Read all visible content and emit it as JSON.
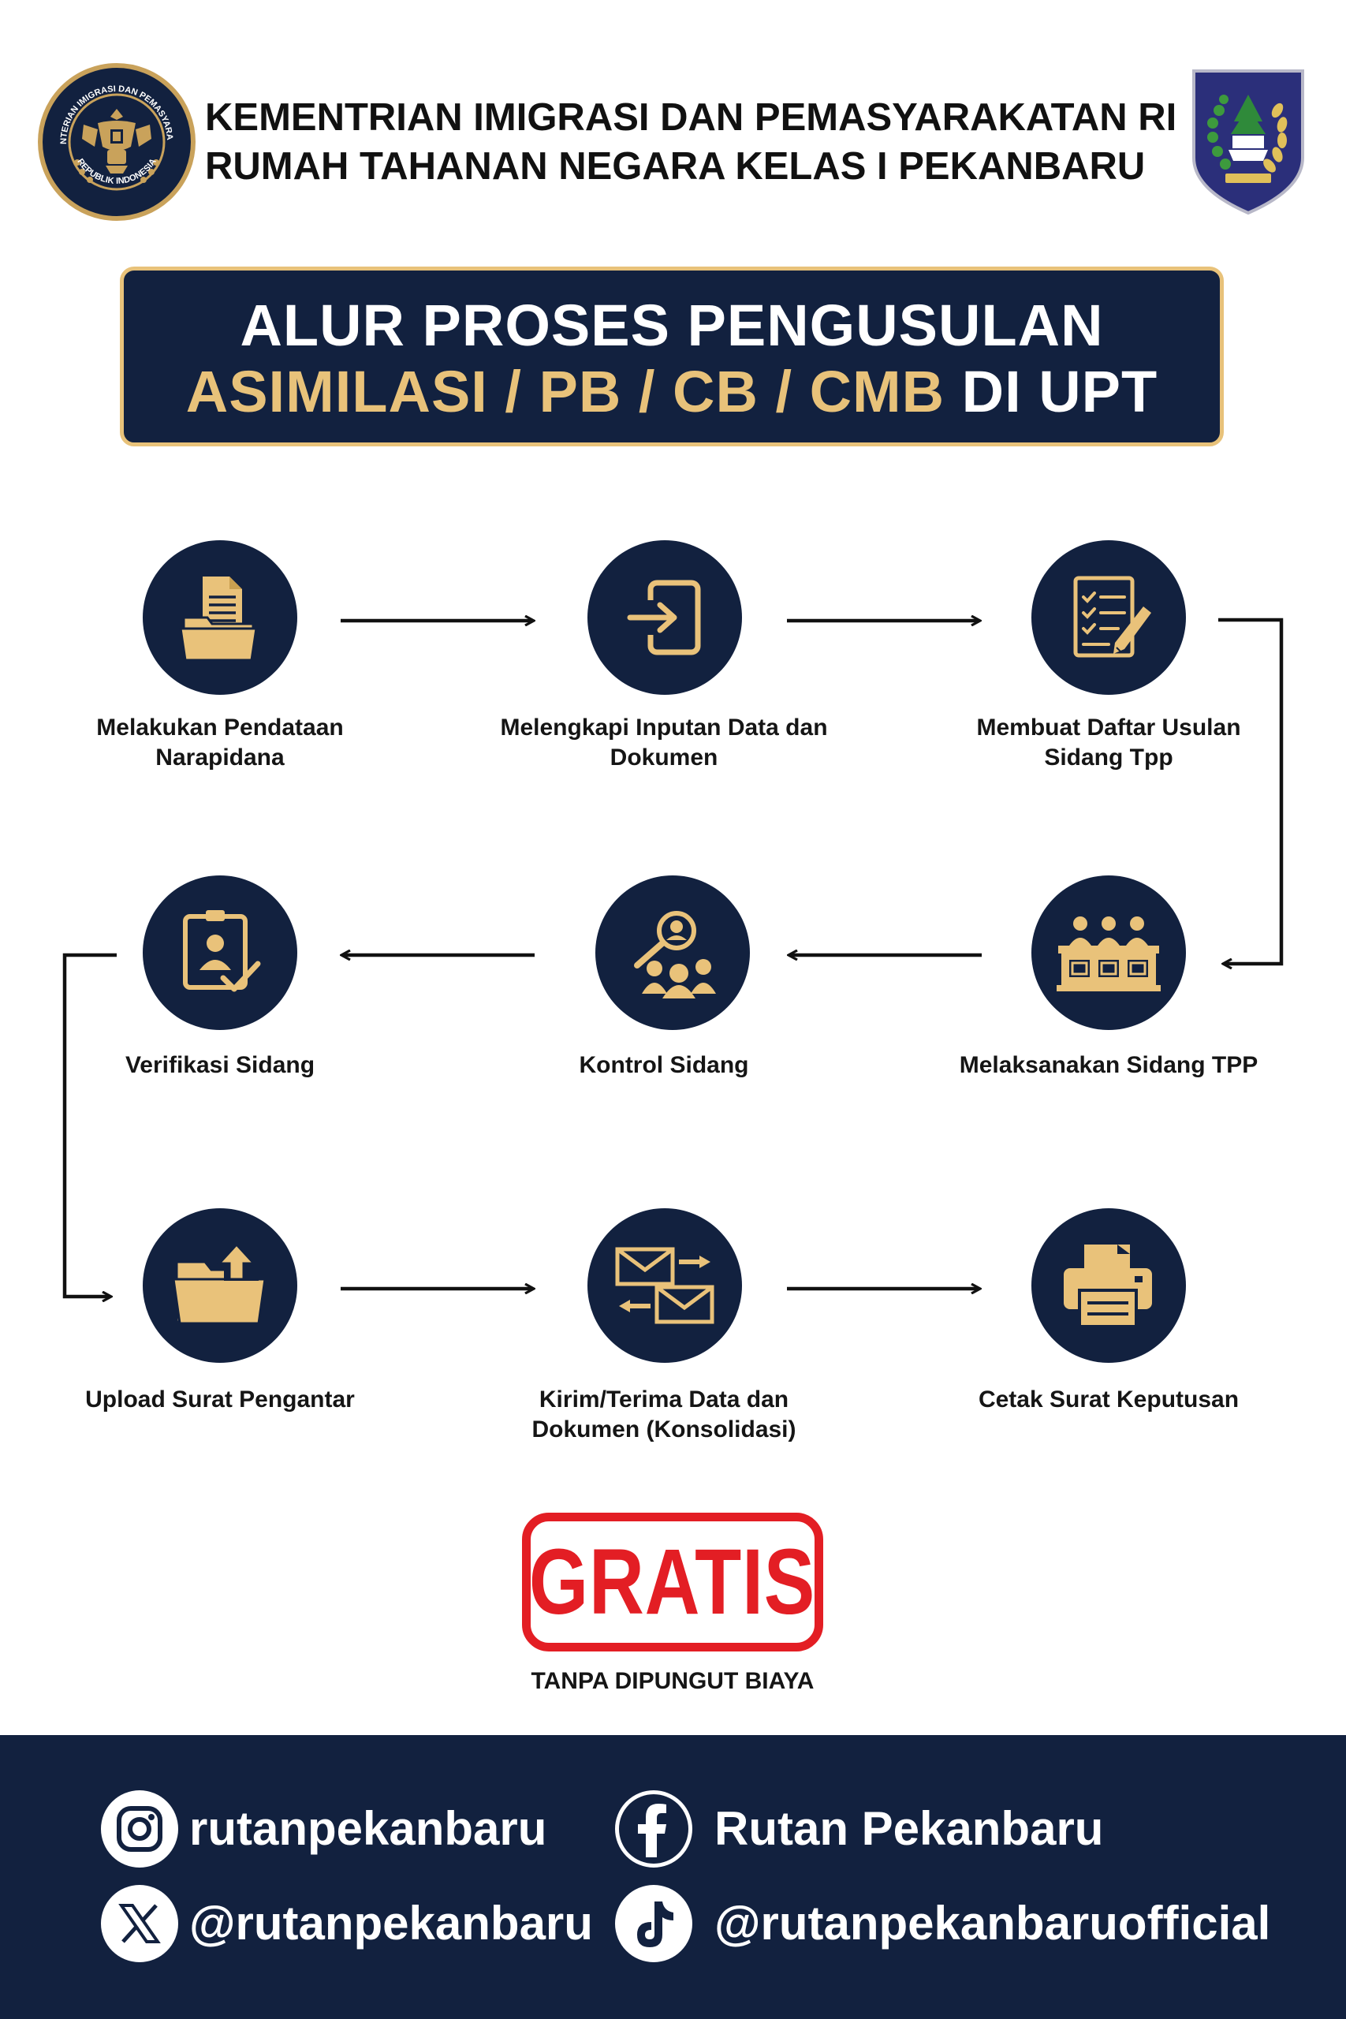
{
  "header": {
    "line1": "KEMENTRIAN IMIGRASI DAN PEMASYARAKATAN RI",
    "line2": "RUMAH TAHANAN NEGARA KELAS I PEKANBARU",
    "logo_left_text_top": "KEMENTERIAN IMIGRASI DAN PEMASYARAKATAN",
    "logo_left_text_bottom": "REPUBLIK INDONESIA"
  },
  "title": {
    "line1": "ALUR PROSES PENGUSULAN",
    "line2_gold": "ASIMILASI / PB / CB / CMB",
    "line2_white": "DI UPT"
  },
  "steps": [
    {
      "label": "Melakukan Pendataan Narapidana",
      "icon": "document-folder-icon"
    },
    {
      "label": "Melengkapi Inputan Data dan Dokumen",
      "icon": "login-icon"
    },
    {
      "label": "Membuat Daftar Usulan Sidang Tpp",
      "icon": "checklist-pen-icon"
    },
    {
      "label": "Verifikasi Sidang",
      "icon": "badge-check-icon"
    },
    {
      "label": "Kontrol Sidang",
      "icon": "people-search-icon"
    },
    {
      "label": "Melaksanakan Sidang TPP",
      "icon": "panel-meeting-icon"
    },
    {
      "label": "Upload Surat Pengantar",
      "icon": "folder-upload-icon"
    },
    {
      "label": "Kirim/Terima Data dan Dokumen (Konsolidasi)",
      "icon": "mail-exchange-icon"
    },
    {
      "label": "Cetak Surat Keputusan",
      "icon": "printer-icon"
    }
  ],
  "gratis": {
    "label": "GRATIS",
    "subtitle": "TANPA DIPUNGUT BIAYA"
  },
  "social": {
    "instagram": "rutanpekanbaru",
    "facebook": "Rutan Pekanbaru",
    "x": "@rutanpekanbaru",
    "tiktok": "@rutanpekanbaruofficial"
  },
  "colors": {
    "navy": "#12213f",
    "gold": "#e8c27a",
    "icon_gold": "#e9c27a",
    "red": "#e31e24"
  }
}
